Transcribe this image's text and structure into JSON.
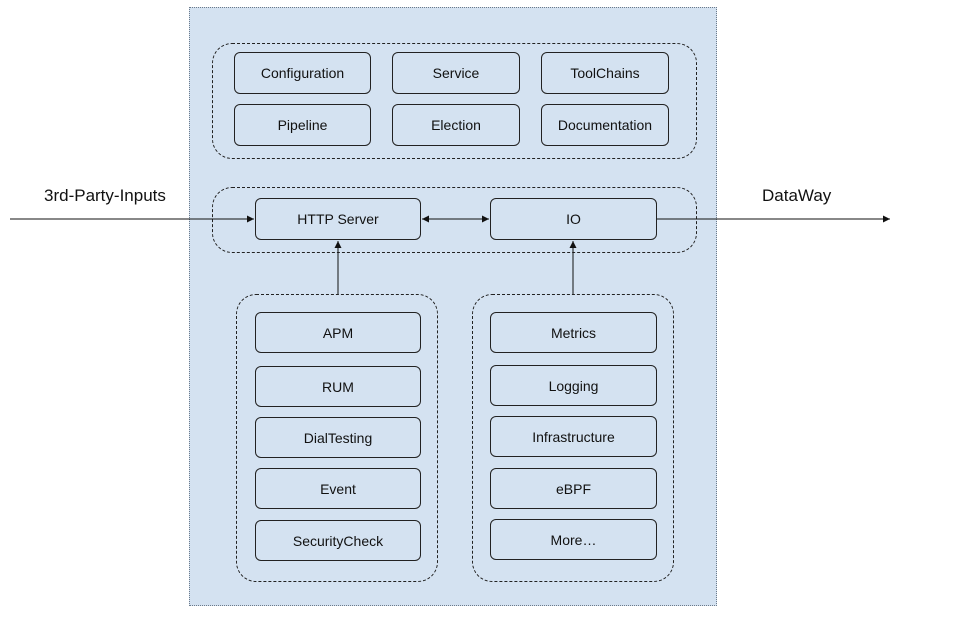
{
  "labels": {
    "inputs": "3rd-Party-Inputs",
    "output": "DataWay"
  },
  "top_group": {
    "row1": [
      "Configuration",
      "Service",
      "ToolChains"
    ],
    "row2": [
      "Pipeline",
      "Election",
      "Documentation"
    ]
  },
  "core": {
    "http_server": "HTTP Server",
    "io": "IO"
  },
  "left_group": [
    "APM",
    "RUM",
    "DialTesting",
    "Event",
    "SecurityCheck"
  ],
  "right_group": [
    "Metrics",
    "Logging",
    "Infrastructure",
    "eBPF",
    "More…"
  ],
  "colors": {
    "panel": "#d4e2f1",
    "stroke": "#222222"
  }
}
